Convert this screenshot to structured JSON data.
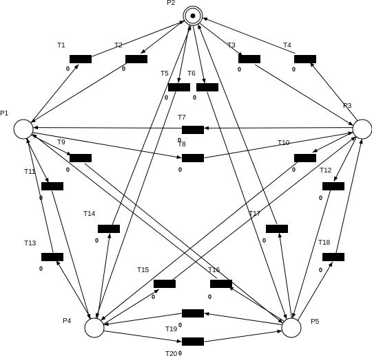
{
  "diagram": {
    "places": [
      {
        "id": "P1",
        "label": "P1",
        "tokens": 0
      },
      {
        "id": "P2",
        "label": "P2",
        "tokens": 1
      },
      {
        "id": "P3",
        "label": "P3",
        "tokens": 0
      },
      {
        "id": "P4",
        "label": "P4",
        "tokens": 0
      },
      {
        "id": "P5",
        "label": "P5",
        "tokens": 0
      }
    ],
    "transitions": [
      {
        "id": "T1",
        "label": "T1",
        "weight": "0"
      },
      {
        "id": "T2",
        "label": "T2",
        "weight": "0"
      },
      {
        "id": "T3",
        "label": "T3",
        "weight": "0"
      },
      {
        "id": "T4",
        "label": "T4",
        "weight": "0"
      },
      {
        "id": "T5",
        "label": "T5",
        "weight": "0"
      },
      {
        "id": "T6",
        "label": "T6",
        "weight": "0"
      },
      {
        "id": "T7",
        "label": "T7",
        "weight": "0"
      },
      {
        "id": "T8",
        "label": "T8",
        "weight": "0"
      },
      {
        "id": "T9",
        "label": "T9",
        "weight": "0"
      },
      {
        "id": "T10",
        "label": "T10",
        "weight": "0"
      },
      {
        "id": "T11",
        "label": "T11",
        "weight": "0"
      },
      {
        "id": "T12",
        "label": "T12",
        "weight": "0"
      },
      {
        "id": "T13",
        "label": "T13",
        "weight": "0"
      },
      {
        "id": "T14",
        "label": "T14",
        "weight": "0"
      },
      {
        "id": "T15",
        "label": "T15",
        "weight": "0"
      },
      {
        "id": "T16",
        "label": "T16",
        "weight": "0"
      },
      {
        "id": "T17",
        "label": "T17",
        "weight": "0"
      },
      {
        "id": "T18",
        "label": "T18",
        "weight": "0"
      },
      {
        "id": "T19",
        "label": "T19",
        "weight": "0"
      },
      {
        "id": "T20",
        "label": "T20",
        "weight": "0"
      }
    ],
    "arcs": [
      {
        "from": "P1",
        "to": "T1"
      },
      {
        "from": "T1",
        "to": "P2"
      },
      {
        "from": "P2",
        "to": "T2"
      },
      {
        "from": "T2",
        "to": "P1"
      },
      {
        "from": "P2",
        "to": "T3"
      },
      {
        "from": "T3",
        "to": "P3"
      },
      {
        "from": "P3",
        "to": "T4"
      },
      {
        "from": "T4",
        "to": "P2"
      },
      {
        "from": "P2",
        "to": "T5"
      },
      {
        "from": "T5",
        "to": "P4"
      },
      {
        "from": "P4",
        "to": "T14"
      },
      {
        "from": "T14",
        "to": "P2"
      },
      {
        "from": "P2",
        "to": "T6"
      },
      {
        "from": "T6",
        "to": "P5"
      },
      {
        "from": "P5",
        "to": "T17"
      },
      {
        "from": "T17",
        "to": "P2"
      },
      {
        "from": "P3",
        "to": "T7"
      },
      {
        "from": "T7",
        "to": "P1"
      },
      {
        "from": "P1",
        "to": "T8"
      },
      {
        "from": "T8",
        "to": "P3"
      },
      {
        "from": "P1",
        "to": "T9"
      },
      {
        "from": "T9",
        "to": "P5"
      },
      {
        "from": "P5",
        "to": "T16"
      },
      {
        "from": "T16",
        "to": "P1"
      },
      {
        "from": "P3",
        "to": "T10"
      },
      {
        "from": "T10",
        "to": "P4"
      },
      {
        "from": "P4",
        "to": "T15"
      },
      {
        "from": "T15",
        "to": "P3"
      },
      {
        "from": "P1",
        "to": "T11"
      },
      {
        "from": "T11",
        "to": "P4"
      },
      {
        "from": "P4",
        "to": "T13"
      },
      {
        "from": "T13",
        "to": "P1"
      },
      {
        "from": "P3",
        "to": "T12"
      },
      {
        "from": "T12",
        "to": "P5"
      },
      {
        "from": "P5",
        "to": "T18"
      },
      {
        "from": "T18",
        "to": "P3"
      },
      {
        "from": "P5",
        "to": "T19"
      },
      {
        "from": "T19",
        "to": "P4"
      },
      {
        "from": "P4",
        "to": "T20"
      },
      {
        "from": "T20",
        "to": "P5"
      }
    ]
  }
}
